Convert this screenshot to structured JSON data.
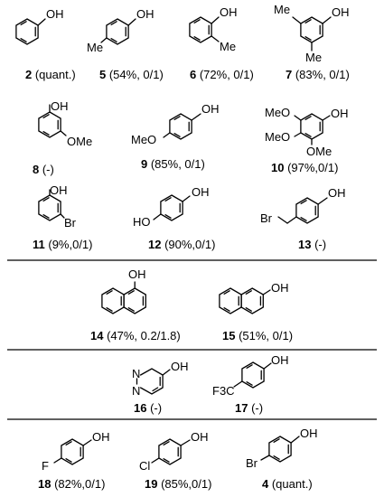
{
  "compounds": [
    {
      "id": "c2",
      "number": "2",
      "detail": " (quant.)"
    },
    {
      "id": "c5",
      "number": "5",
      "detail": " (54%, 0/1)"
    },
    {
      "id": "c6",
      "number": "6",
      "detail": " (72%, 0/1)"
    },
    {
      "id": "c7",
      "number": "7",
      "detail": " (83%, 0/1)"
    },
    {
      "id": "c8",
      "number": "8",
      "detail": " (-)"
    },
    {
      "id": "c9",
      "number": "9",
      "detail": " (85%, 0/1)"
    },
    {
      "id": "c10",
      "number": "10",
      "detail": " (97%,0/1)"
    },
    {
      "id": "c11",
      "number": "11",
      "detail": " (9%,0/1)"
    },
    {
      "id": "c12",
      "number": "12",
      "detail": " (90%,0/1)"
    },
    {
      "id": "c13",
      "number": "13",
      "detail": " (-)"
    },
    {
      "id": "c14",
      "number": "14",
      "detail": " (47%, 0.2/1.8)"
    },
    {
      "id": "c15",
      "number": "15",
      "detail": " (51%, 0/1)"
    },
    {
      "id": "c16",
      "number": "16",
      "detail": " (-)"
    },
    {
      "id": "c17",
      "number": "17",
      "detail": " (-)"
    },
    {
      "id": "c18",
      "number": "18",
      "detail": " (82%,0/1)"
    },
    {
      "id": "c19",
      "number": "19",
      "detail": " (85%,0/1)"
    },
    {
      "id": "c4",
      "number": "4",
      "detail": " (quant.)"
    }
  ],
  "atoms": {
    "oh": "OH",
    "me": "Me",
    "ome": "OMe",
    "meo": "MeO",
    "br": "Br",
    "ho": "HO",
    "n": "N",
    "f3c": "F3C",
    "f": "F",
    "cl": "Cl"
  }
}
